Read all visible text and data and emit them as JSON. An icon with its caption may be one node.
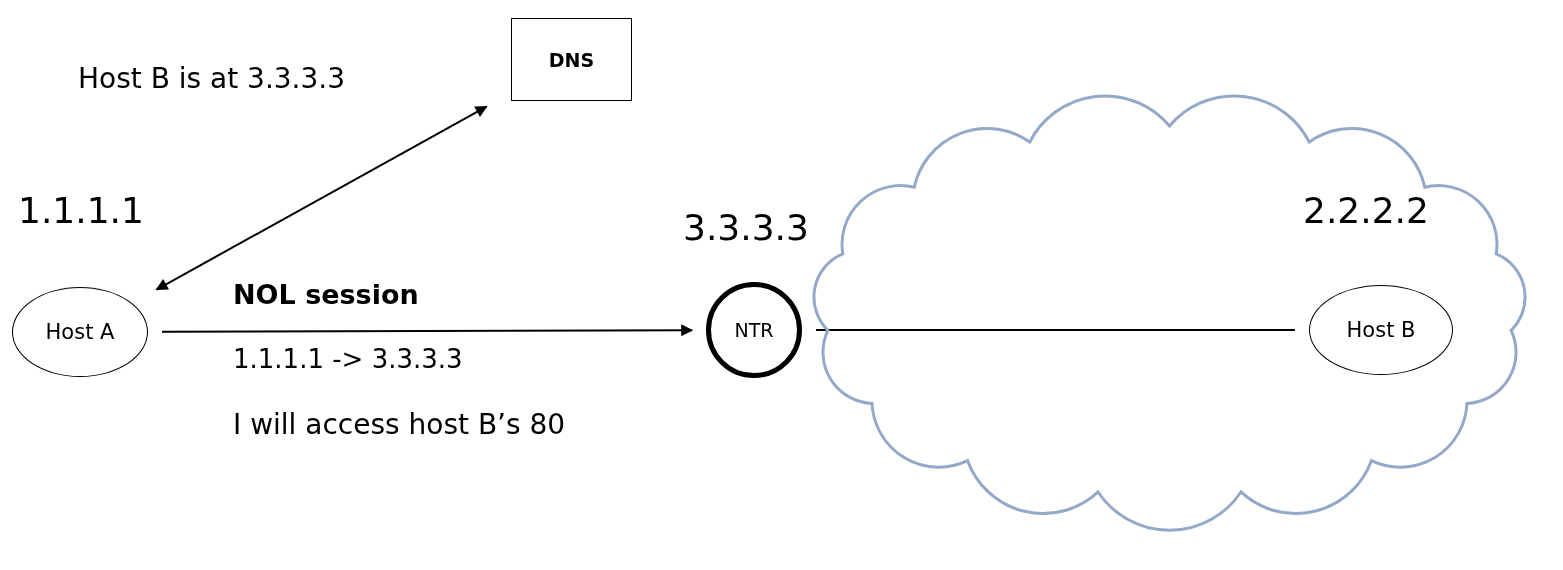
{
  "diagram": {
    "nodes": [
      {
        "text": [
          "DNS"
        ]
      },
      {
        "text": [
          "Host A"
        ],
        "beside": [
          "1.1.1.1"
        ]
      },
      {
        "text": [],
        "shape": "cloud"
      },
      {
        "text": [
          "NTR"
        ],
        "beside": [
          "3.3.3.3"
        ]
      },
      {
        "text": [
          "Host B"
        ],
        "in": 2,
        "beside": [
          "2.2.2.2"
        ]
      }
    ],
    "edges": [
      {
        "from": 1,
        "to": 0,
        "arrow": "both",
        "label": "Host B is at 3.3.3.3"
      },
      {
        "from": 1,
        "to": 3,
        "arrow": "to",
        "label": "NOL session"
      },
      {
        "from": 3,
        "to": 4,
        "arrow": "none"
      }
    ],
    "labels": [
      "1.1.1.1 -> 3.3.3.3",
      "I will access host B’s 80"
    ]
  }
}
